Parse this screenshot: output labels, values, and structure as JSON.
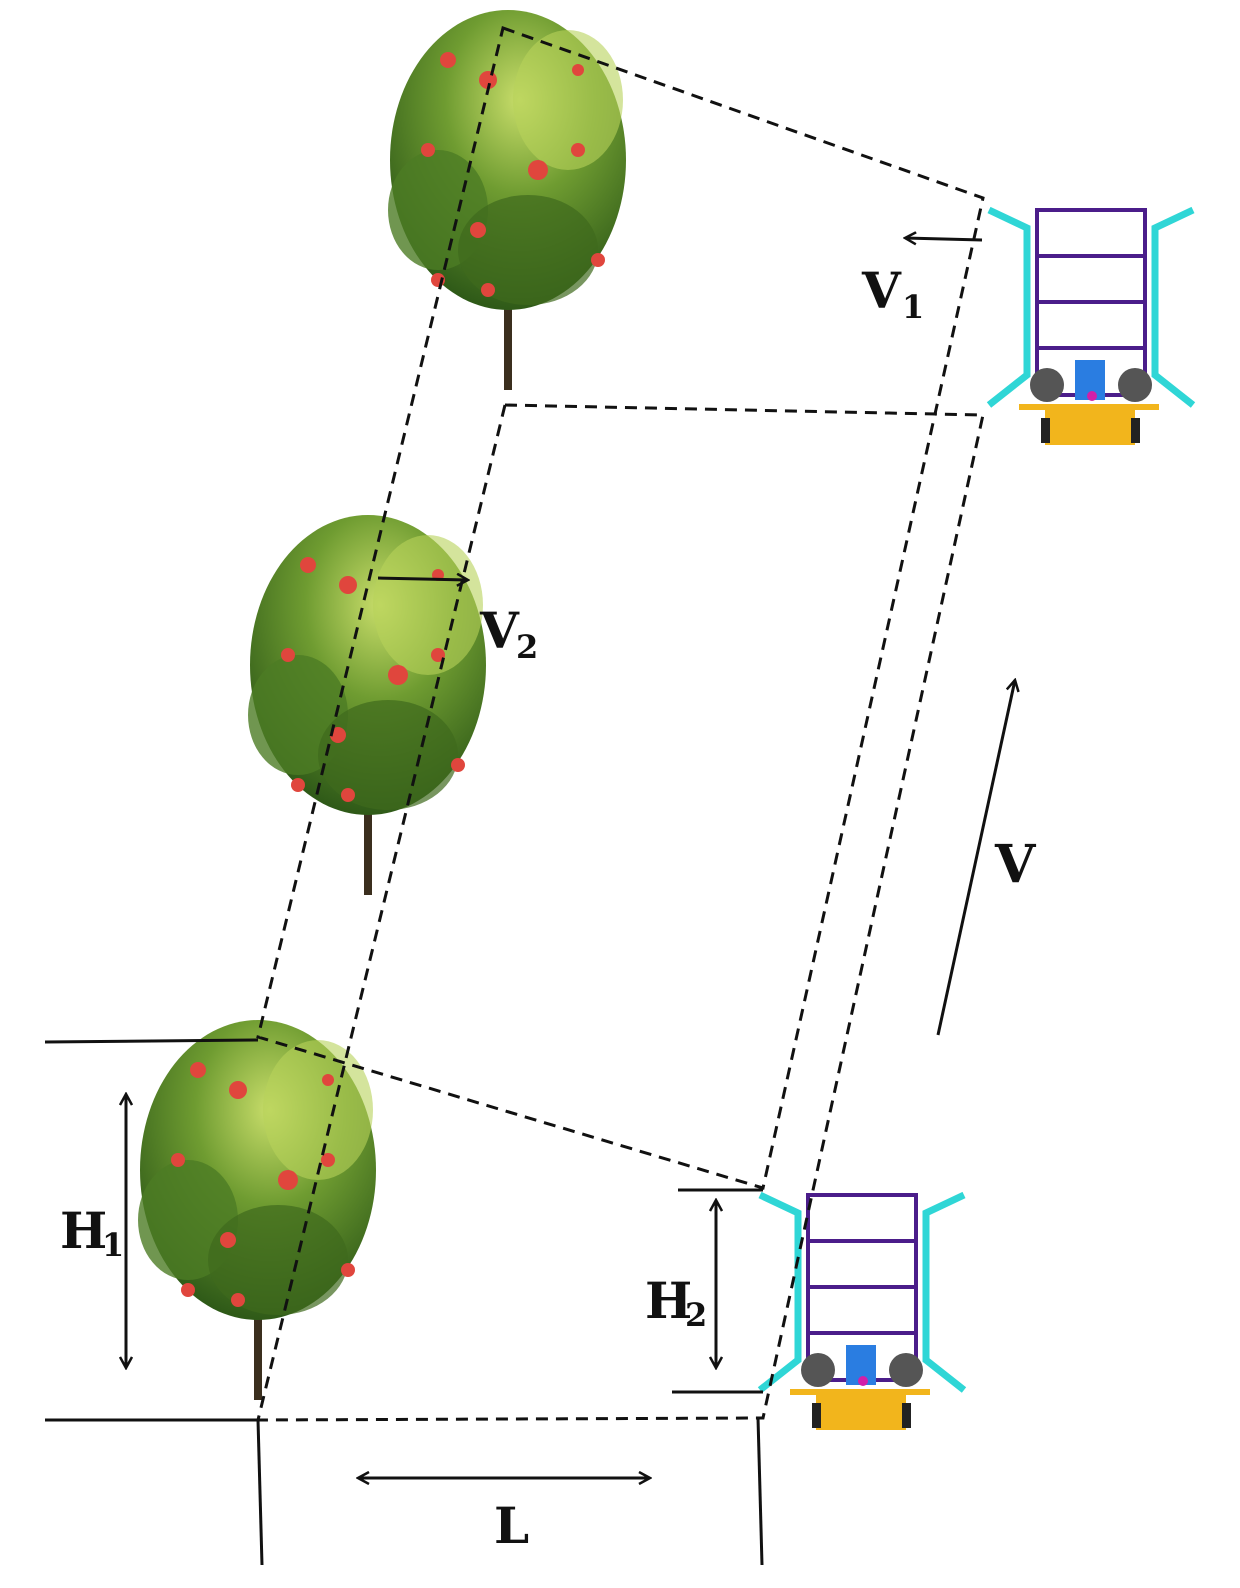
{
  "labels": {
    "v1": {
      "main": "V",
      "sub": "1"
    },
    "v2": {
      "main": "V",
      "sub": "2"
    },
    "v": "V",
    "h1": {
      "main": "H",
      "sub": "1"
    },
    "h2": {
      "main": "H",
      "sub": "2"
    },
    "l": "L"
  },
  "colors": {
    "foliage_dark": "#3d6b1f",
    "foliage_mid": "#5c8f2a",
    "foliage_light": "#a8c84a",
    "fruit": "#e0463d",
    "trunk": "#3b2f1e",
    "frame": "#4b1d8a",
    "arms": "#2fd6d6",
    "base": "#f2b51c",
    "fan": "#555555",
    "box": "#2a7de1"
  }
}
